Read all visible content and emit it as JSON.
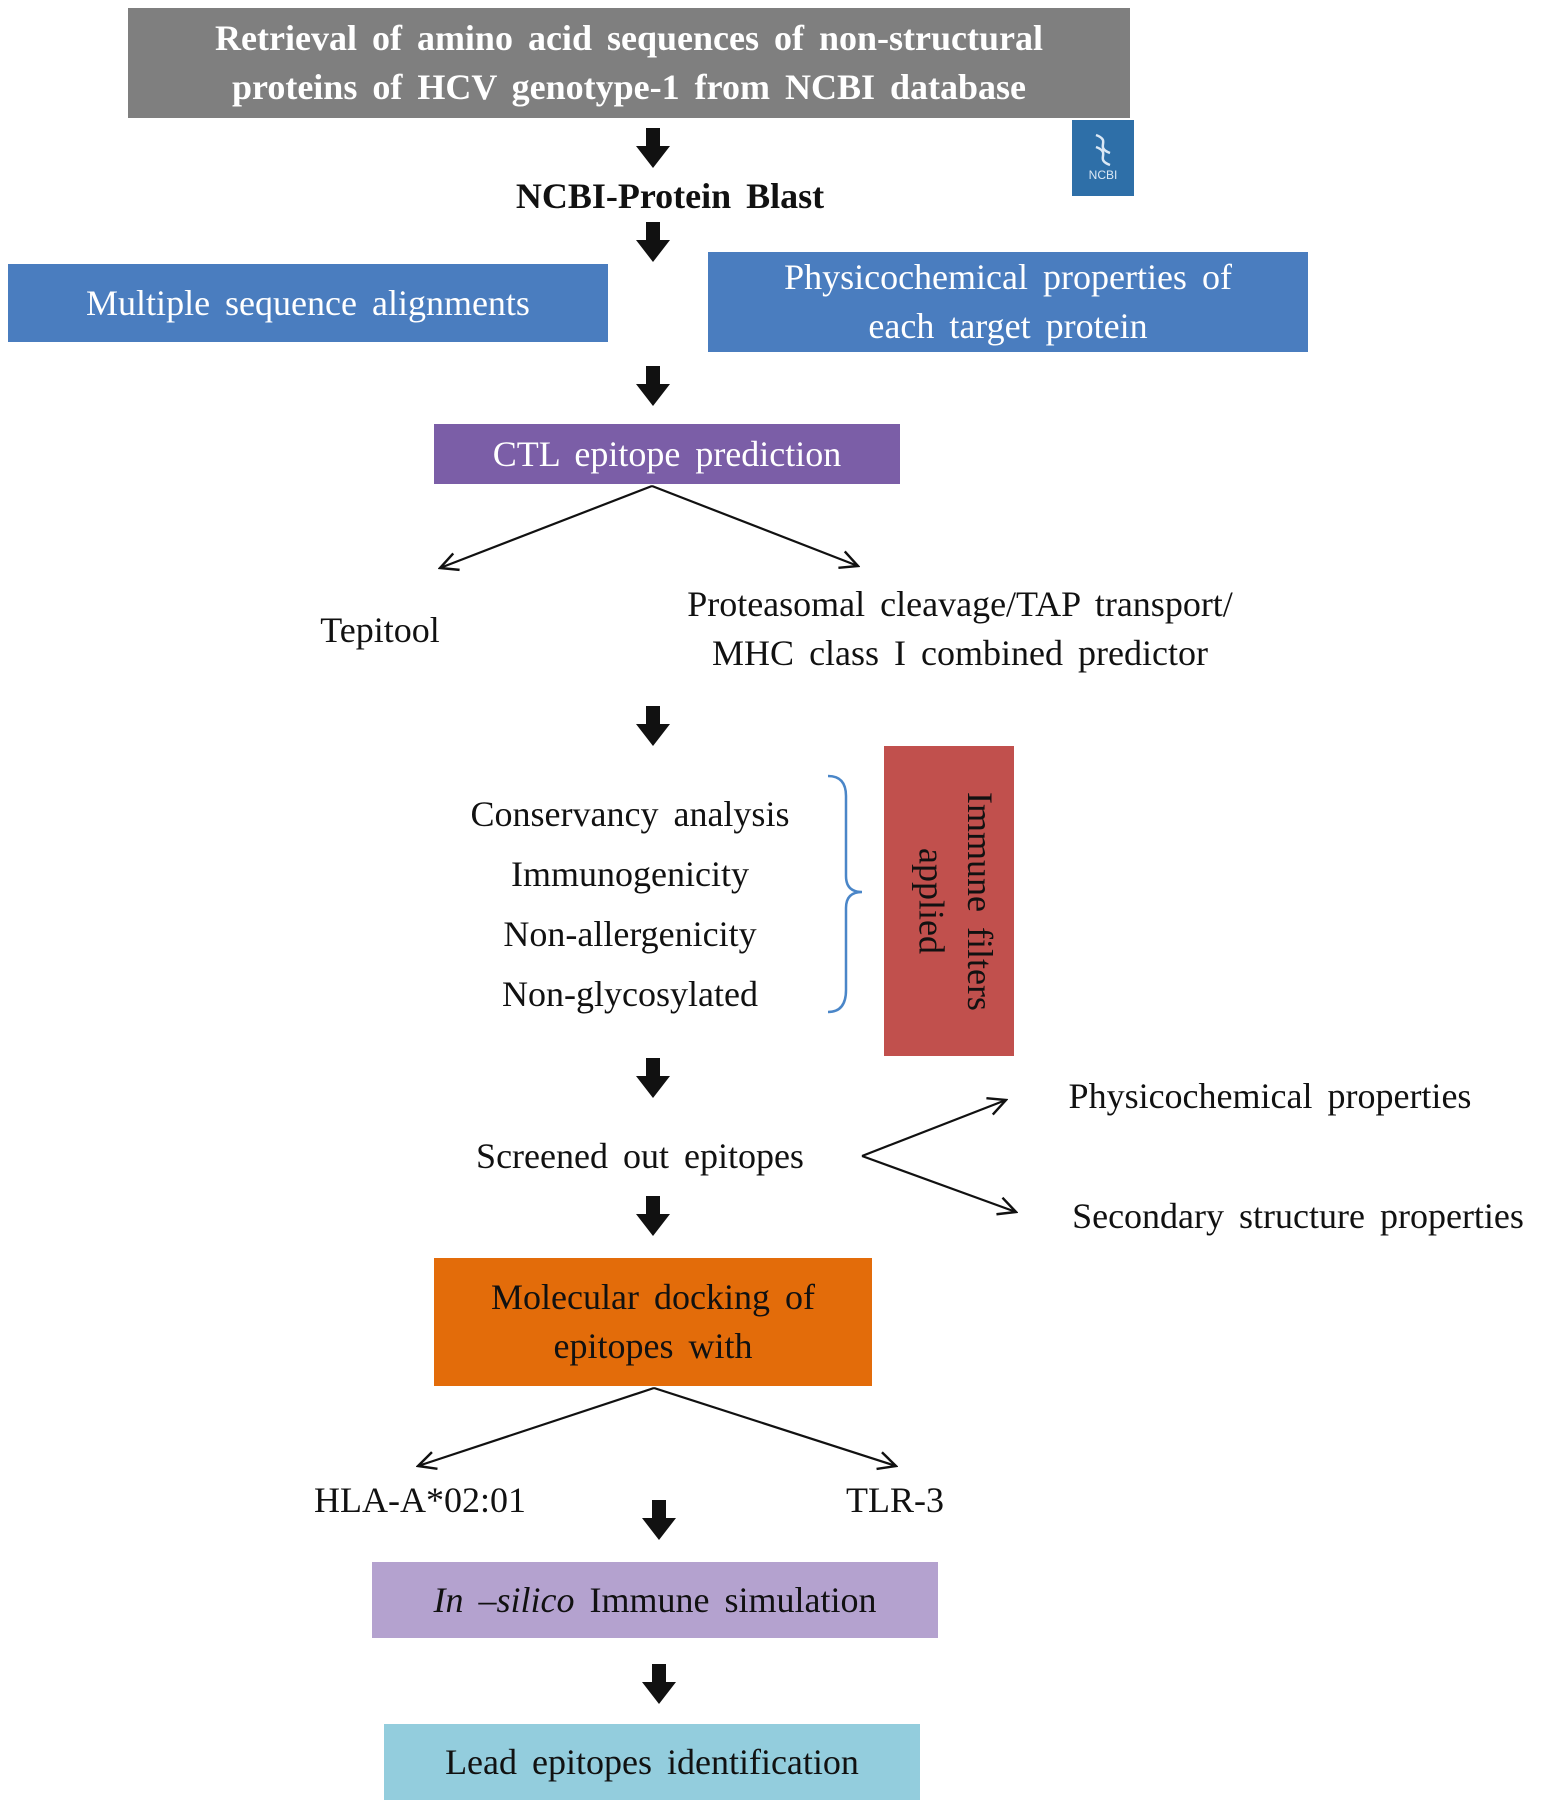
{
  "steps": {
    "retrieval": {
      "line1": "Retrieval of amino acid sequences of non-structural",
      "line2": "proteins of HCV genotype-1 from NCBI database",
      "color": "#7f7f7f"
    },
    "ncbi_logo": {
      "text": "NCBI",
      "color": "#2e6fa8"
    },
    "blast": "NCBI-Protein Blast",
    "msa": {
      "text": "Multiple sequence alignments",
      "color": "#4a7dbf"
    },
    "physico_target": {
      "line1": "Physicochemical properties of",
      "line2": "each target protein",
      "color": "#4a7dbf"
    },
    "ctl": {
      "text": "CTL epitope prediction",
      "color": "#7b5ea7"
    },
    "tepitool": "Tepitool",
    "proteasomal": {
      "line1": "Proteasomal cleavage/TAP transport/",
      "line2": "MHC class I combined predictor"
    },
    "filters": {
      "items": [
        "Conservancy analysis",
        "Immunogenicity",
        "Non-allergenicity",
        "Non-glycosylated"
      ],
      "label": "Immune filters applied",
      "color": "#c1504d",
      "brace_color": "#4a86c8"
    },
    "screened": "Screened out epitopes",
    "physico_props": "Physicochemical properties",
    "secondary": "Secondary structure properties",
    "docking": {
      "line1": "Molecular docking of",
      "line2": "epitopes with",
      "color": "#e36c0a"
    },
    "hla": "HLA-A*02:01",
    "tlr": "TLR-3",
    "immune_sim": {
      "italic": "In –silico",
      "rest": " Immune simulation",
      "color": "#b4a2cf"
    },
    "lead": {
      "text": "Lead epitopes identification",
      "color": "#93cddd"
    }
  }
}
